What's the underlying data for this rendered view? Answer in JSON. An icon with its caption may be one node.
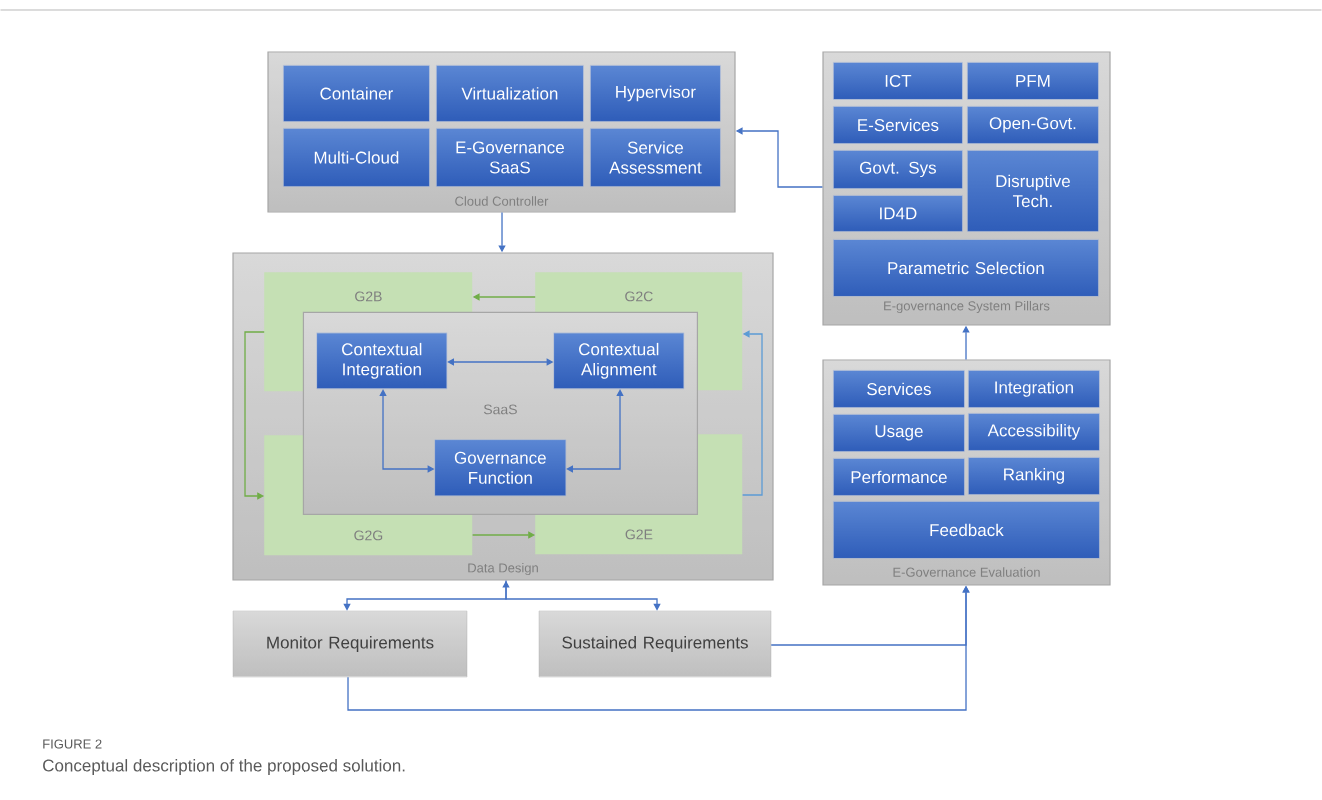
{
  "diagram": {
    "caption": "Conceptual description of the proposed solution.",
    "labels": [
      "FIGURE 2"
    ],
    "nodes": [
      {
        "text": [
          "Cloud Controller"
        ]
      },
      {
        "text": [
          "Container"
        ],
        "in": 0
      },
      {
        "text": [
          "Virtualization"
        ],
        "in": 0
      },
      {
        "text": [
          "Hypervisor"
        ],
        "in": 0
      },
      {
        "text": [
          "Multi-Cloud"
        ],
        "in": 0
      },
      {
        "text": [
          "E-Governance SaaS"
        ],
        "in": 0
      },
      {
        "text": [
          "Service Assessment"
        ],
        "in": 0
      },
      {
        "text": [
          "E-governance System Pillars"
        ]
      },
      {
        "text": [
          "ICT"
        ],
        "in": 7
      },
      {
        "text": [
          "PFM"
        ],
        "in": 7
      },
      {
        "text": [
          "E-Services"
        ],
        "in": 7
      },
      {
        "text": [
          "Open-Govt."
        ],
        "in": 7
      },
      {
        "text": [
          "Govt. Sys"
        ],
        "in": 7
      },
      {
        "text": [
          "Disruptive Tech."
        ],
        "in": 7
      },
      {
        "text": [
          "ID4D"
        ],
        "in": 7
      },
      {
        "text": [
          "Parametric Selection"
        ],
        "in": 7
      },
      {
        "text": [
          "Data Design"
        ]
      },
      {
        "text": [
          "G2B"
        ],
        "in": 16
      },
      {
        "text": [
          "G2C"
        ],
        "in": 16
      },
      {
        "text": [
          "SaaS"
        ],
        "in": 16
      },
      {
        "text": [
          "Contextual Integration"
        ],
        "in": 19
      },
      {
        "text": [
          "Contextual Alignment"
        ],
        "in": 19
      },
      {
        "text": [
          "Governance Function"
        ],
        "in": 19
      },
      {
        "text": [
          "G2G"
        ],
        "in": 16
      },
      {
        "text": [
          "G2E"
        ],
        "in": 16
      },
      {
        "text": [
          "E-Governance Evaluation"
        ]
      },
      {
        "text": [
          "Services"
        ],
        "in": 25
      },
      {
        "text": [
          "Integration"
        ],
        "in": 25
      },
      {
        "text": [
          "Usage"
        ],
        "in": 25
      },
      {
        "text": [
          "Accessibility"
        ],
        "in": 25
      },
      {
        "text": [
          "Performance"
        ],
        "in": 25
      },
      {
        "text": [
          "Ranking"
        ],
        "in": 25
      },
      {
        "text": [
          "Feedback"
        ],
        "in": 25
      },
      {
        "text": [
          "Monitor Requirements"
        ]
      },
      {
        "text": [
          "Sustained Requirements"
        ]
      }
    ],
    "edges": [
      {
        "from": 7,
        "to": 0,
        "arrow": "to"
      },
      {
        "from": 0,
        "to": 16,
        "arrow": "to"
      },
      {
        "from": 25,
        "to": 7,
        "arrow": "to"
      },
      {
        "from": 18,
        "to": 17,
        "arrow": "to",
        "color": "#70ad47"
      },
      {
        "from": 17,
        "to": 23,
        "arrow": "to",
        "color": "#70ad47"
      },
      {
        "from": 23,
        "to": 24,
        "arrow": "to",
        "color": "#70ad47"
      },
      {
        "from": 24,
        "to": 18,
        "arrow": "to",
        "color": "#5b9bd5"
      },
      {
        "from": 20,
        "to": 21,
        "arrow": "both"
      },
      {
        "from": 20,
        "to": 22,
        "arrow": "both"
      },
      {
        "from": 21,
        "to": 22,
        "arrow": "both"
      },
      {
        "from": 16,
        "to": 33,
        "arrow": "both"
      },
      {
        "from": 16,
        "to": 34,
        "arrow": "to"
      },
      {
        "from": 34,
        "to": 25,
        "arrow": "to"
      },
      {
        "from": 33,
        "to": 25,
        "arrow": "to"
      }
    ]
  }
}
